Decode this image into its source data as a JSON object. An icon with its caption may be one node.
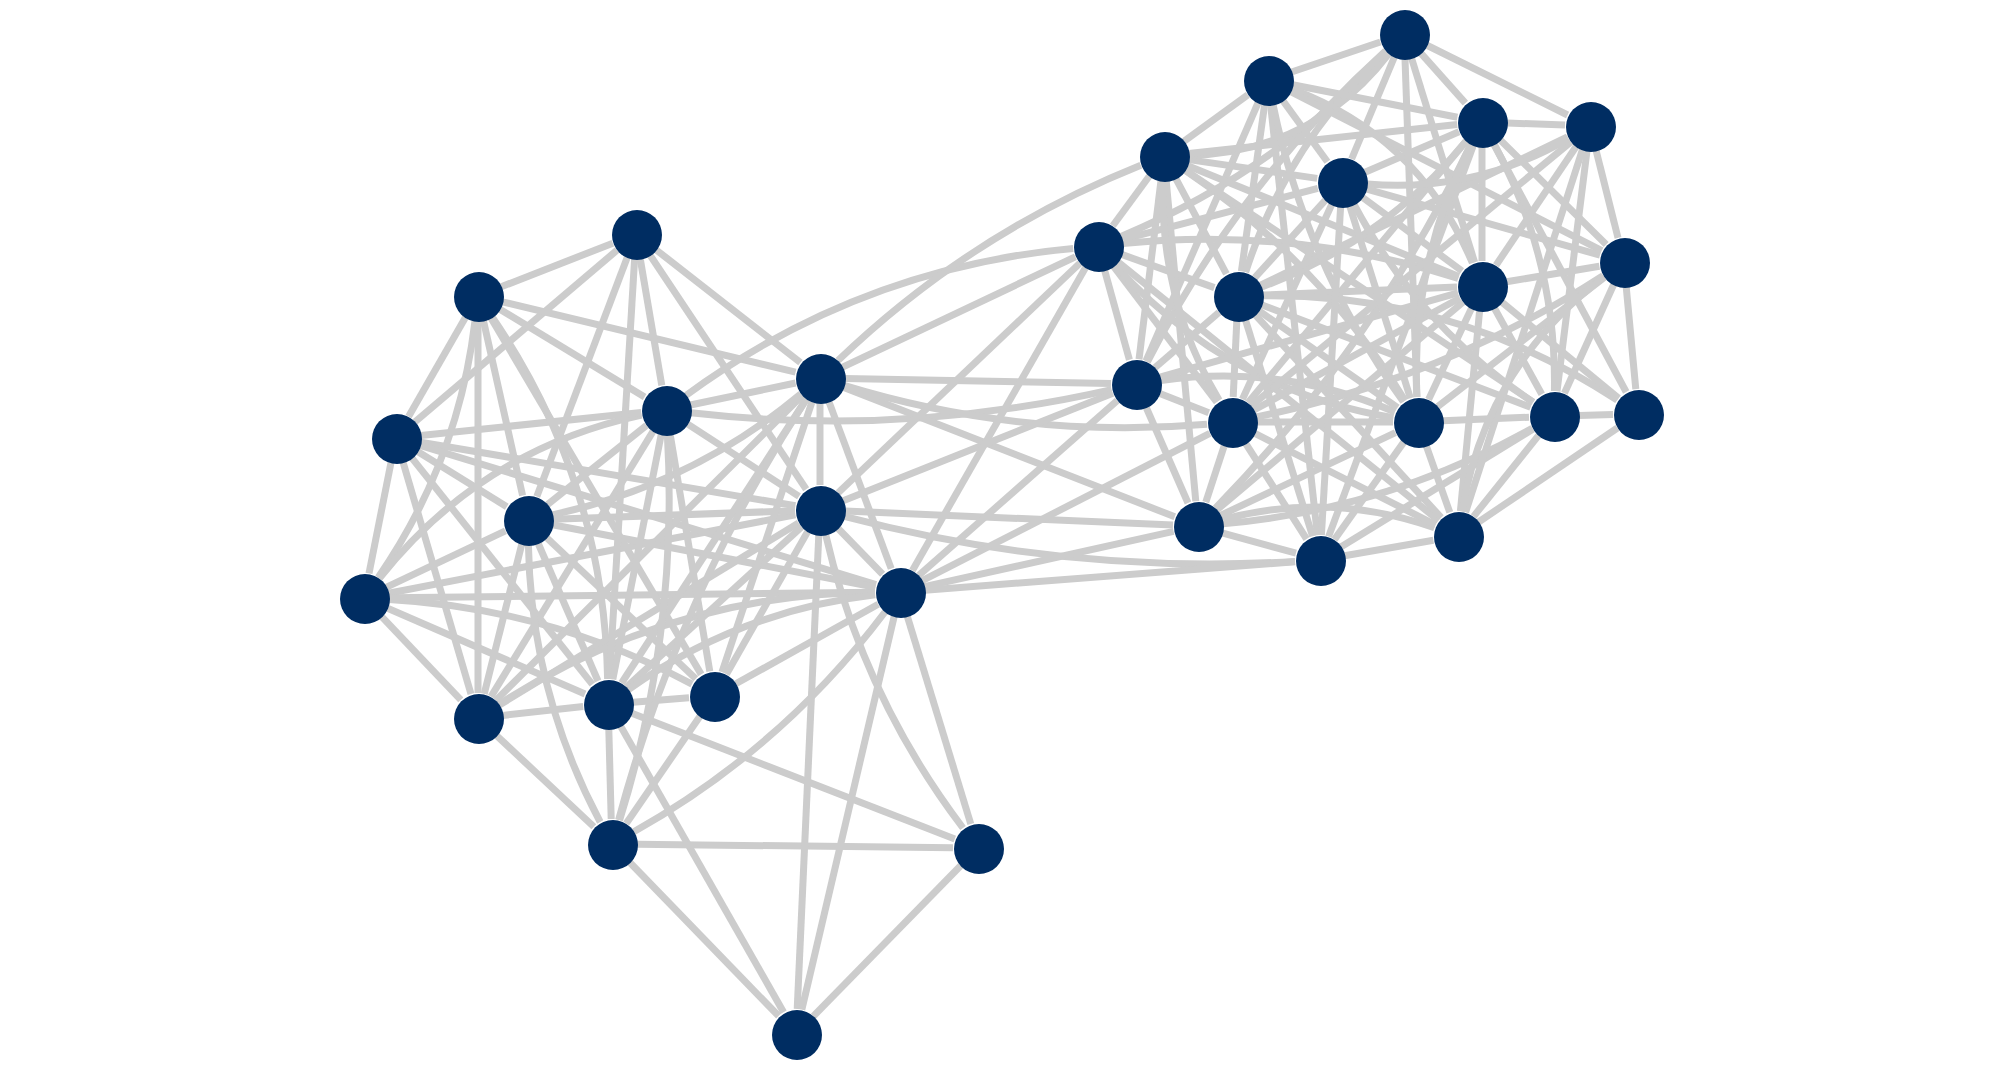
{
  "diagram": {
    "nodes": [
      {
        "text": [],
        "shape": "circle"
      },
      {
        "text": [],
        "shape": "circle"
      },
      {
        "text": [],
        "shape": "circle"
      },
      {
        "text": [],
        "shape": "circle"
      },
      {
        "text": [],
        "shape": "circle"
      },
      {
        "text": [],
        "shape": "circle"
      },
      {
        "text": [],
        "shape": "circle"
      },
      {
        "text": [],
        "shape": "circle"
      },
      {
        "text": [],
        "shape": "circle"
      },
      {
        "text": [],
        "shape": "circle"
      },
      {
        "text": [],
        "shape": "circle"
      },
      {
        "text": [],
        "shape": "circle"
      },
      {
        "text": [],
        "shape": "circle"
      },
      {
        "text": [],
        "shape": "circle"
      },
      {
        "text": [],
        "shape": "circle"
      },
      {
        "text": [],
        "shape": "circle"
      },
      {
        "text": [],
        "shape": "circle"
      },
      {
        "text": [],
        "shape": "circle"
      },
      {
        "text": [],
        "shape": "circle"
      },
      {
        "text": [],
        "shape": "circle"
      },
      {
        "text": [],
        "shape": "circle"
      },
      {
        "text": [],
        "shape": "circle"
      },
      {
        "text": [],
        "shape": "circle"
      },
      {
        "text": [],
        "shape": "circle"
      },
      {
        "text": [],
        "shape": "circle"
      },
      {
        "text": [],
        "shape": "circle"
      },
      {
        "text": [],
        "shape": "circle"
      },
      {
        "text": [],
        "shape": "circle"
      },
      {
        "text": [],
        "shape": "circle"
      },
      {
        "text": [],
        "shape": "circle"
      },
      {
        "text": [],
        "shape": "circle"
      },
      {
        "text": [],
        "shape": "circle"
      },
      {
        "text": [],
        "shape": "circle"
      }
    ],
    "edges": [
      {
        "from": 0,
        "to": 1,
        "arrow": "none"
      },
      {
        "from": 0,
        "to": 2,
        "arrow": "none"
      },
      {
        "from": 0,
        "to": 3,
        "arrow": "none"
      },
      {
        "from": 0,
        "to": 4,
        "arrow": "none"
      },
      {
        "from": 0,
        "to": 5,
        "arrow": "none"
      },
      {
        "from": 0,
        "to": 8,
        "arrow": "none"
      },
      {
        "from": 0,
        "to": 9,
        "arrow": "none"
      },
      {
        "from": 0,
        "to": 12,
        "arrow": "none"
      },
      {
        "from": 0,
        "to": 13,
        "arrow": "none"
      },
      {
        "from": 1,
        "to": 2,
        "arrow": "none"
      },
      {
        "from": 1,
        "to": 3,
        "arrow": "none"
      },
      {
        "from": 1,
        "to": 4,
        "arrow": "none"
      },
      {
        "from": 1,
        "to": 5,
        "arrow": "none"
      },
      {
        "from": 1,
        "to": 7,
        "arrow": "none"
      },
      {
        "from": 1,
        "to": 8,
        "arrow": "none"
      },
      {
        "from": 1,
        "to": 12,
        "arrow": "none"
      },
      {
        "from": 1,
        "to": 13,
        "arrow": "none"
      },
      {
        "from": 2,
        "to": 3,
        "arrow": "none"
      },
      {
        "from": 2,
        "to": 4,
        "arrow": "none"
      },
      {
        "from": 2,
        "to": 5,
        "arrow": "none"
      },
      {
        "from": 2,
        "to": 7,
        "arrow": "none"
      },
      {
        "from": 2,
        "to": 8,
        "arrow": "none"
      },
      {
        "from": 2,
        "to": 9,
        "arrow": "none"
      },
      {
        "from": 2,
        "to": 11,
        "arrow": "none"
      },
      {
        "from": 3,
        "to": 4,
        "arrow": "none"
      },
      {
        "from": 3,
        "to": 5,
        "arrow": "none"
      },
      {
        "from": 3,
        "to": 6,
        "arrow": "none"
      },
      {
        "from": 3,
        "to": 8,
        "arrow": "none"
      },
      {
        "from": 3,
        "to": 11,
        "arrow": "none"
      },
      {
        "from": 3,
        "to": 12,
        "arrow": "none"
      },
      {
        "from": 3,
        "to": 13,
        "arrow": "none"
      },
      {
        "from": 4,
        "to": 5,
        "arrow": "none"
      },
      {
        "from": 4,
        "to": 6,
        "arrow": "none"
      },
      {
        "from": 4,
        "to": 7,
        "arrow": "none"
      },
      {
        "from": 4,
        "to": 8,
        "arrow": "none"
      },
      {
        "from": 4,
        "to": 9,
        "arrow": "none"
      },
      {
        "from": 4,
        "to": 11,
        "arrow": "none"
      },
      {
        "from": 4,
        "to": 12,
        "arrow": "none"
      },
      {
        "from": 4,
        "to": 13,
        "arrow": "none"
      },
      {
        "from": 5,
        "to": 6,
        "arrow": "none"
      },
      {
        "from": 5,
        "to": 7,
        "arrow": "none"
      },
      {
        "from": 5,
        "to": 8,
        "arrow": "none"
      },
      {
        "from": 5,
        "to": 9,
        "arrow": "none"
      },
      {
        "from": 5,
        "to": 10,
        "arrow": "none"
      },
      {
        "from": 5,
        "to": 11,
        "arrow": "none"
      },
      {
        "from": 5,
        "to": 12,
        "arrow": "none"
      },
      {
        "from": 5,
        "to": 13,
        "arrow": "none"
      },
      {
        "from": 5,
        "to": 14,
        "arrow": "none"
      },
      {
        "from": 6,
        "to": 8,
        "arrow": "none"
      },
      {
        "from": 6,
        "to": 9,
        "arrow": "none"
      },
      {
        "from": 6,
        "to": 10,
        "arrow": "none"
      },
      {
        "from": 6,
        "to": 11,
        "arrow": "none"
      },
      {
        "from": 6,
        "to": 13,
        "arrow": "none"
      },
      {
        "from": 6,
        "to": 14,
        "arrow": "none"
      },
      {
        "from": 7,
        "to": 8,
        "arrow": "none"
      },
      {
        "from": 7,
        "to": 11,
        "arrow": "none"
      },
      {
        "from": 7,
        "to": 12,
        "arrow": "none"
      },
      {
        "from": 8,
        "to": 9,
        "arrow": "none"
      },
      {
        "from": 8,
        "to": 11,
        "arrow": "none"
      },
      {
        "from": 8,
        "to": 12,
        "arrow": "none"
      },
      {
        "from": 8,
        "to": 15,
        "arrow": "none"
      },
      {
        "from": 8,
        "to": 16,
        "arrow": "none"
      },
      {
        "from": 9,
        "to": 11,
        "arrow": "none"
      },
      {
        "from": 9,
        "to": 12,
        "arrow": "none"
      },
      {
        "from": 9,
        "to": 13,
        "arrow": "none"
      },
      {
        "from": 10,
        "to": 12,
        "arrow": "none"
      },
      {
        "from": 10,
        "to": 13,
        "arrow": "none"
      },
      {
        "from": 10,
        "to": 14,
        "arrow": "none"
      },
      {
        "from": 11,
        "to": 12,
        "arrow": "none"
      },
      {
        "from": 11,
        "to": 13,
        "arrow": "none"
      },
      {
        "from": 11,
        "to": 15,
        "arrow": "none"
      },
      {
        "from": 11,
        "to": 16,
        "arrow": "none"
      },
      {
        "from": 11,
        "to": 17,
        "arrow": "none"
      },
      {
        "from": 11,
        "to": 18,
        "arrow": "none"
      },
      {
        "from": 11,
        "to": 19,
        "arrow": "none"
      },
      {
        "from": 12,
        "to": 13,
        "arrow": "none"
      },
      {
        "from": 12,
        "to": 14,
        "arrow": "none"
      },
      {
        "from": 12,
        "to": 15,
        "arrow": "none"
      },
      {
        "from": 12,
        "to": 16,
        "arrow": "none"
      },
      {
        "from": 12,
        "to": 18,
        "arrow": "none"
      },
      {
        "from": 12,
        "to": 22,
        "arrow": "none"
      },
      {
        "from": 13,
        "to": 14,
        "arrow": "none"
      },
      {
        "from": 13,
        "to": 15,
        "arrow": "none"
      },
      {
        "from": 13,
        "to": 16,
        "arrow": "none"
      },
      {
        "from": 13,
        "to": 18,
        "arrow": "none"
      },
      {
        "from": 13,
        "to": 19,
        "arrow": "none"
      },
      {
        "from": 13,
        "to": 22,
        "arrow": "none"
      },
      {
        "from": 15,
        "to": 16,
        "arrow": "none"
      },
      {
        "from": 15,
        "to": 17,
        "arrow": "none"
      },
      {
        "from": 15,
        "to": 19,
        "arrow": "none"
      },
      {
        "from": 15,
        "to": 20,
        "arrow": "none"
      },
      {
        "from": 15,
        "to": 23,
        "arrow": "none"
      },
      {
        "from": 15,
        "to": 24,
        "arrow": "none"
      },
      {
        "from": 15,
        "to": 25,
        "arrow": "none"
      },
      {
        "from": 15,
        "to": 26,
        "arrow": "none"
      },
      {
        "from": 15,
        "to": 28,
        "arrow": "none"
      },
      {
        "from": 16,
        "to": 17,
        "arrow": "none"
      },
      {
        "from": 16,
        "to": 18,
        "arrow": "none"
      },
      {
        "from": 16,
        "to": 19,
        "arrow": "none"
      },
      {
        "from": 16,
        "to": 20,
        "arrow": "none"
      },
      {
        "from": 16,
        "to": 21,
        "arrow": "none"
      },
      {
        "from": 16,
        "to": 24,
        "arrow": "none"
      },
      {
        "from": 16,
        "to": 25,
        "arrow": "none"
      },
      {
        "from": 16,
        "to": 28,
        "arrow": "none"
      },
      {
        "from": 17,
        "to": 18,
        "arrow": "none"
      },
      {
        "from": 17,
        "to": 19,
        "arrow": "none"
      },
      {
        "from": 17,
        "to": 20,
        "arrow": "none"
      },
      {
        "from": 17,
        "to": 21,
        "arrow": "none"
      },
      {
        "from": 17,
        "to": 23,
        "arrow": "none"
      },
      {
        "from": 17,
        "to": 24,
        "arrow": "none"
      },
      {
        "from": 17,
        "to": 25,
        "arrow": "none"
      },
      {
        "from": 17,
        "to": 27,
        "arrow": "none"
      },
      {
        "from": 17,
        "to": 28,
        "arrow": "none"
      },
      {
        "from": 17,
        "to": 29,
        "arrow": "none"
      },
      {
        "from": 18,
        "to": 19,
        "arrow": "none"
      },
      {
        "from": 18,
        "to": 22,
        "arrow": "none"
      },
      {
        "from": 18,
        "to": 25,
        "arrow": "none"
      },
      {
        "from": 18,
        "to": 26,
        "arrow": "none"
      },
      {
        "from": 18,
        "to": 27,
        "arrow": "none"
      },
      {
        "from": 18,
        "to": 28,
        "arrow": "none"
      },
      {
        "from": 18,
        "to": 29,
        "arrow": "none"
      },
      {
        "from": 19,
        "to": 20,
        "arrow": "none"
      },
      {
        "from": 19,
        "to": 22,
        "arrow": "none"
      },
      {
        "from": 19,
        "to": 23,
        "arrow": "none"
      },
      {
        "from": 19,
        "to": 25,
        "arrow": "none"
      },
      {
        "from": 19,
        "to": 26,
        "arrow": "none"
      },
      {
        "from": 19,
        "to": 27,
        "arrow": "none"
      },
      {
        "from": 19,
        "to": 28,
        "arrow": "none"
      },
      {
        "from": 19,
        "to": 30,
        "arrow": "none"
      },
      {
        "from": 19,
        "to": 31,
        "arrow": "none"
      },
      {
        "from": 20,
        "to": 21,
        "arrow": "none"
      },
      {
        "from": 20,
        "to": 22,
        "arrow": "none"
      },
      {
        "from": 20,
        "to": 23,
        "arrow": "none"
      },
      {
        "from": 20,
        "to": 24,
        "arrow": "none"
      },
      {
        "from": 20,
        "to": 25,
        "arrow": "none"
      },
      {
        "from": 20,
        "to": 26,
        "arrow": "none"
      },
      {
        "from": 20,
        "to": 27,
        "arrow": "none"
      },
      {
        "from": 20,
        "to": 28,
        "arrow": "none"
      },
      {
        "from": 20,
        "to": 29,
        "arrow": "none"
      },
      {
        "from": 20,
        "to": 30,
        "arrow": "none"
      },
      {
        "from": 20,
        "to": 32,
        "arrow": "none"
      },
      {
        "from": 21,
        "to": 22,
        "arrow": "none"
      },
      {
        "from": 21,
        "to": 23,
        "arrow": "none"
      },
      {
        "from": 21,
        "to": 24,
        "arrow": "none"
      },
      {
        "from": 21,
        "to": 25,
        "arrow": "none"
      },
      {
        "from": 21,
        "to": 27,
        "arrow": "none"
      },
      {
        "from": 21,
        "to": 28,
        "arrow": "none"
      },
      {
        "from": 21,
        "to": 31,
        "arrow": "none"
      },
      {
        "from": 22,
        "to": 23,
        "arrow": "none"
      },
      {
        "from": 22,
        "to": 25,
        "arrow": "none"
      },
      {
        "from": 22,
        "to": 26,
        "arrow": "none"
      },
      {
        "from": 22,
        "to": 27,
        "arrow": "none"
      },
      {
        "from": 22,
        "to": 29,
        "arrow": "none"
      },
      {
        "from": 23,
        "to": 24,
        "arrow": "none"
      },
      {
        "from": 23,
        "to": 25,
        "arrow": "none"
      },
      {
        "from": 23,
        "to": 27,
        "arrow": "none"
      },
      {
        "from": 23,
        "to": 28,
        "arrow": "none"
      },
      {
        "from": 23,
        "to": 29,
        "arrow": "none"
      },
      {
        "from": 23,
        "to": 30,
        "arrow": "none"
      },
      {
        "from": 23,
        "to": 31,
        "arrow": "none"
      },
      {
        "from": 24,
        "to": 25,
        "arrow": "none"
      },
      {
        "from": 24,
        "to": 27,
        "arrow": "none"
      },
      {
        "from": 24,
        "to": 28,
        "arrow": "none"
      },
      {
        "from": 24,
        "to": 30,
        "arrow": "none"
      },
      {
        "from": 25,
        "to": 26,
        "arrow": "none"
      },
      {
        "from": 25,
        "to": 27,
        "arrow": "none"
      },
      {
        "from": 25,
        "to": 28,
        "arrow": "none"
      },
      {
        "from": 25,
        "to": 29,
        "arrow": "none"
      },
      {
        "from": 25,
        "to": 31,
        "arrow": "none"
      },
      {
        "from": 26,
        "to": 28,
        "arrow": "none"
      },
      {
        "from": 26,
        "to": 29,
        "arrow": "none"
      },
      {
        "from": 26,
        "to": 30,
        "arrow": "none"
      },
      {
        "from": 26,
        "to": 31,
        "arrow": "none"
      },
      {
        "from": 26,
        "to": 32,
        "arrow": "none"
      },
      {
        "from": 27,
        "to": 28,
        "arrow": "none"
      },
      {
        "from": 27,
        "to": 29,
        "arrow": "none"
      },
      {
        "from": 27,
        "to": 30,
        "arrow": "none"
      },
      {
        "from": 27,
        "to": 31,
        "arrow": "none"
      },
      {
        "from": 27,
        "to": 32,
        "arrow": "none"
      },
      {
        "from": 28,
        "to": 29,
        "arrow": "none"
      },
      {
        "from": 28,
        "to": 30,
        "arrow": "none"
      },
      {
        "from": 28,
        "to": 31,
        "arrow": "none"
      },
      {
        "from": 28,
        "to": 32,
        "arrow": "none"
      },
      {
        "from": 29,
        "to": 30,
        "arrow": "none"
      },
      {
        "from": 29,
        "to": 31,
        "arrow": "none"
      },
      {
        "from": 29,
        "to": 32,
        "arrow": "none"
      },
      {
        "from": 30,
        "to": 31,
        "arrow": "none"
      },
      {
        "from": 31,
        "to": 32,
        "arrow": "none"
      }
    ]
  }
}
